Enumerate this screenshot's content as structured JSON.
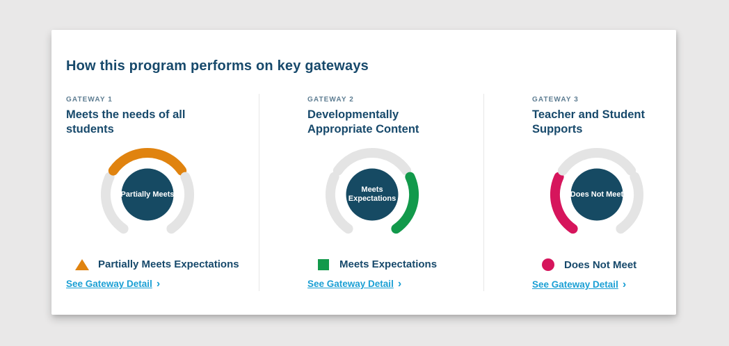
{
  "page_title": "How this program performs on key gateways",
  "icons": {
    "chevron_right": "›"
  },
  "colors": {
    "page_background": "#e9e8e8",
    "card_background": "#ffffff",
    "heading_navy": "#17496b",
    "gateway_label_gray": "#5e7d92",
    "gauge_center_navy": "#164a63",
    "inactive_arc_gray": "#e4e4e4",
    "partially_meets_orange": "#e0830f",
    "meets_expectations_green": "#12994b",
    "does_not_meet_red": "#d6155c",
    "link_blue": "#1a9fd4"
  },
  "gateways": [
    {
      "label": "GATEWAY 1",
      "title": "Meets the needs of all students",
      "gauge_label": "Partially Meets",
      "status_label": "Partially Meets Expectations",
      "status_icon": "triangle-icon",
      "status_color": "#e0830f",
      "link_label": "See Gateway Detail",
      "segments": {
        "left": "#e4e4e4",
        "top": "#e0830f",
        "right": "#e4e4e4"
      }
    },
    {
      "label": "GATEWAY 2",
      "title": "Developmentally Appropriate Content",
      "gauge_label": "Meets Expectations",
      "status_label": "Meets Expectations",
      "status_icon": "square-icon",
      "status_color": "#12994b",
      "link_label": "See Gateway Detail",
      "segments": {
        "left": "#e4e4e4",
        "top": "#e4e4e4",
        "right": "#12994b"
      }
    },
    {
      "label": "GATEWAY 3",
      "title": "Teacher and Student Supports",
      "gauge_label": "Does Not Meet",
      "status_label": "Does Not Meet",
      "status_icon": "circle-icon",
      "status_color": "#d6155c",
      "link_label": "See Gateway Detail",
      "segments": {
        "left": "#d6155c",
        "top": "#e4e4e4",
        "right": "#e4e4e4"
      }
    }
  ]
}
